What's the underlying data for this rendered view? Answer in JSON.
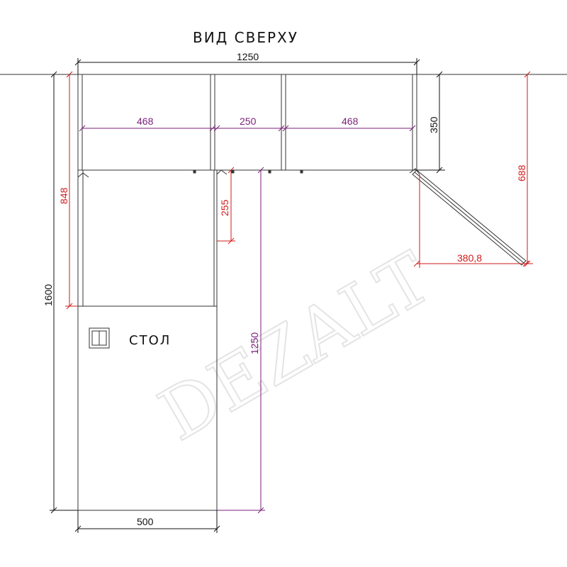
{
  "title": "ВИД СВЕРХУ",
  "watermark": "DEZALT",
  "table_label": "СТОЛ",
  "dimensions": {
    "overall_width": "1250",
    "section_left": "468",
    "section_middle": "250",
    "section_right": "468",
    "cabinet_depth": "350",
    "left_height": "848",
    "total_length": "1600",
    "bracket_offset": "255",
    "desk_length": "1250",
    "desk_width": "500",
    "door_projection": "688",
    "door_swing": "380,8"
  },
  "colors": {
    "outline": "#333333",
    "dim_black": "#111111",
    "dim_purple": "#7a1f7a",
    "dim_red": "#d11a1a"
  }
}
